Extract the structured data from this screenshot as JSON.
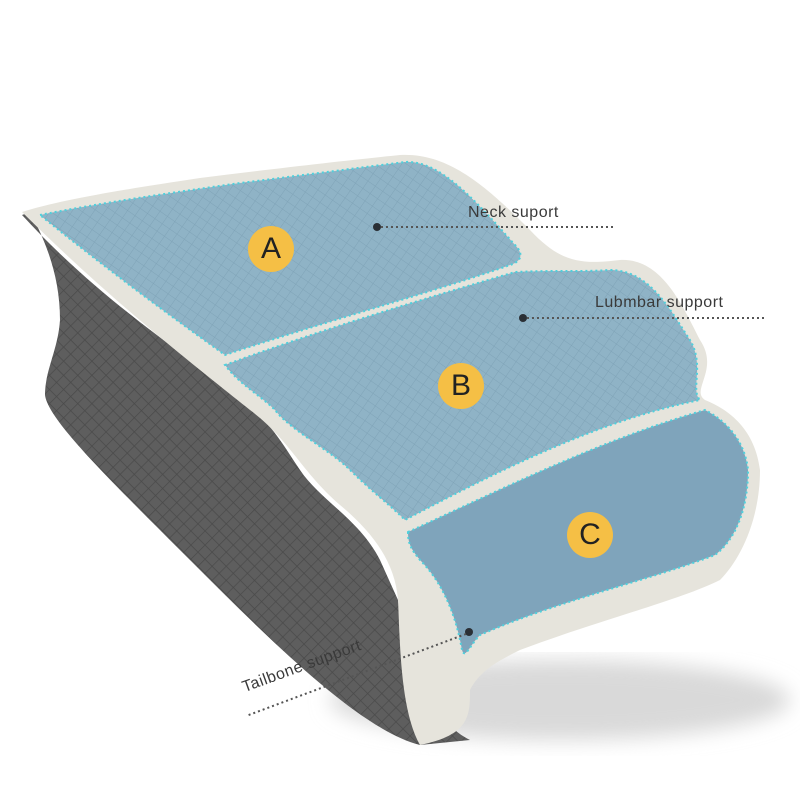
{
  "colors": {
    "background": "#ffffff",
    "top_fabric": "#8fb3c6",
    "top_fabric_dark": "#7ea3b8",
    "side_fabric": "#5e5e5e",
    "side_fabric_dark": "#4a4a4a",
    "piping": "#e6e4dc",
    "stitch_outline": "#4fd0dc",
    "badge": "#f5bf45",
    "text": "#3a3a3a",
    "leader_dot": "#2a2f35"
  },
  "zones": [
    {
      "id": "A",
      "badge_label": "A",
      "callout": "Neck suport"
    },
    {
      "id": "B",
      "badge_label": "B",
      "callout": "Lubmbar support"
    },
    {
      "id": "C",
      "badge_label": "C",
      "callout": "Tailbone support"
    }
  ]
}
